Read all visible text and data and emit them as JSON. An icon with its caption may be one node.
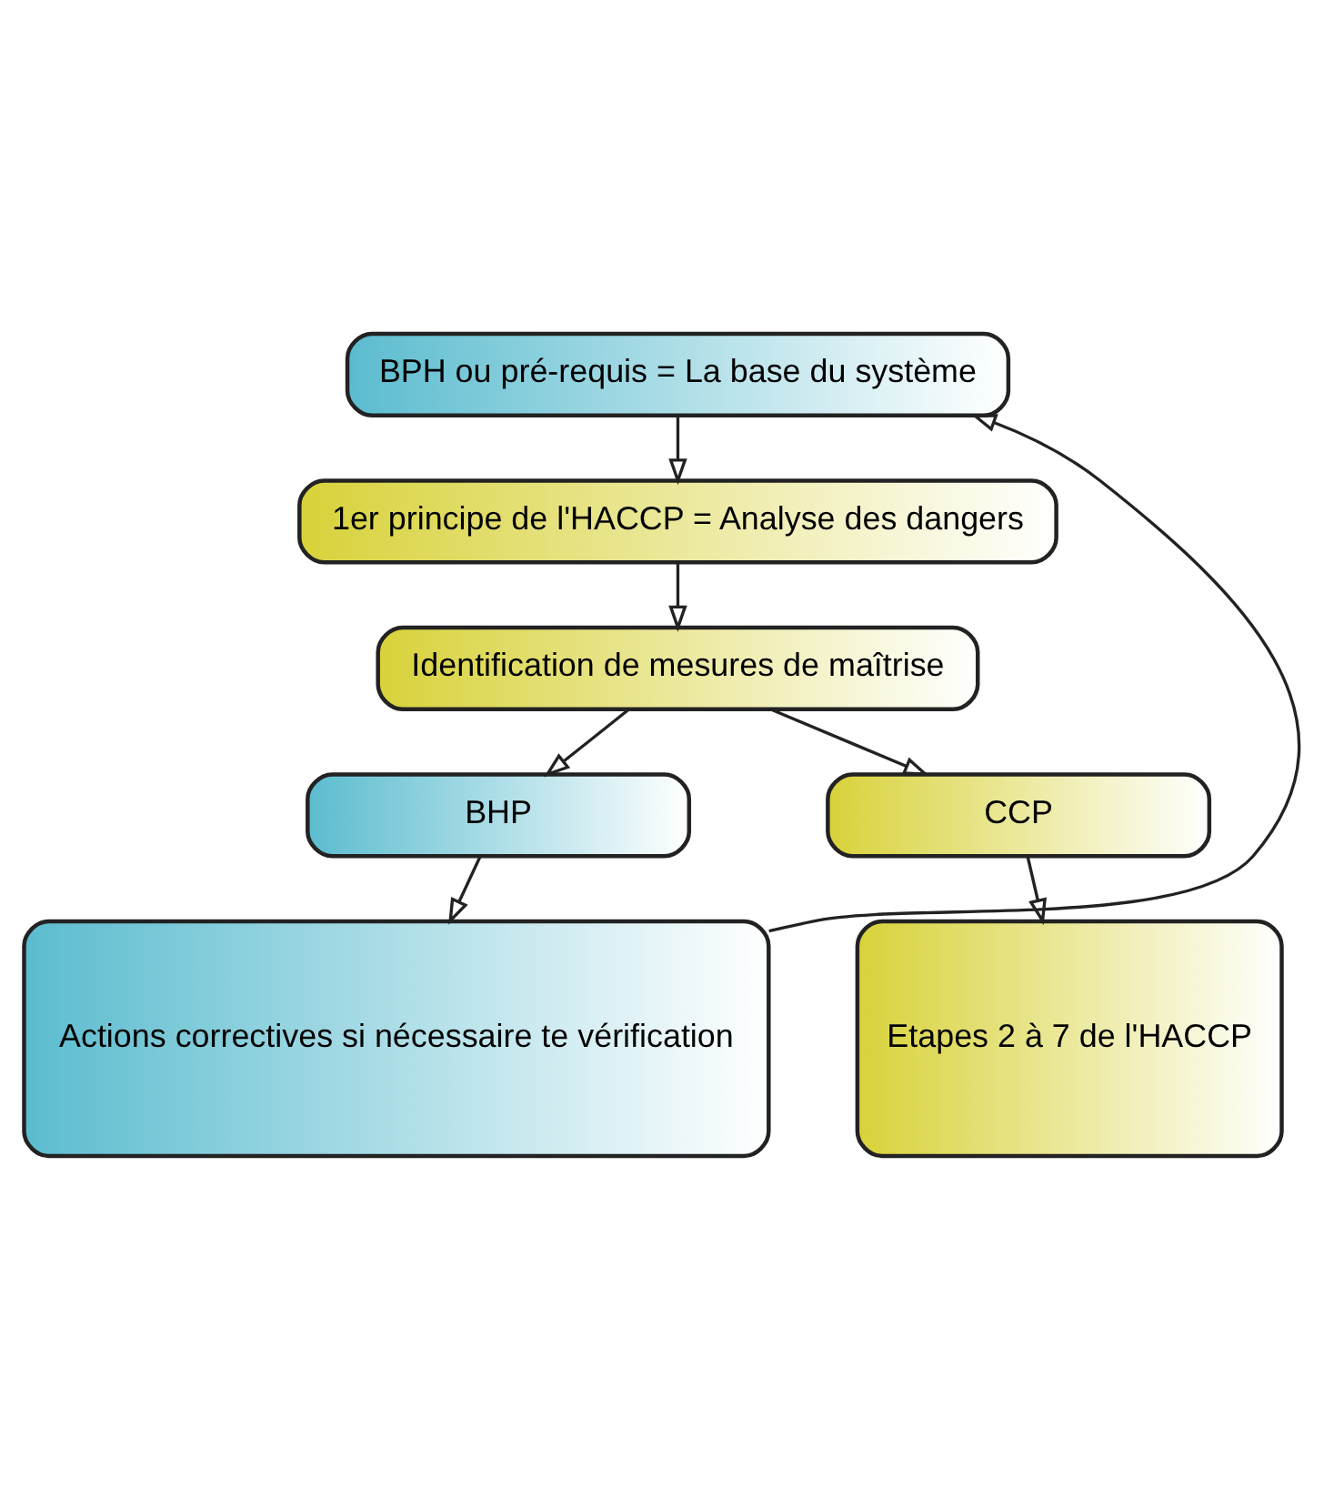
{
  "diagram": {
    "nodes": [
      {
        "text": [
          "BPH ou pré-requis = La base du système"
        ]
      },
      {
        "text": [
          "1er principe de l'HACCP = Analyse des dangers"
        ]
      },
      {
        "text": [
          "Identification de mesures de maîtrise"
        ]
      },
      {
        "text": [
          "BHP"
        ]
      },
      {
        "text": [
          "CCP"
        ]
      },
      {
        "text": [
          "Actions correctives si nécessaire te vérification"
        ]
      },
      {
        "text": [
          "Etapes 2 à 7 de l'HACCP"
        ]
      }
    ],
    "edges": [
      {
        "from": 0,
        "to": 1,
        "arrow": "to"
      },
      {
        "from": 1,
        "to": 2,
        "arrow": "to"
      },
      {
        "from": 2,
        "to": 3,
        "arrow": "to"
      },
      {
        "from": 2,
        "to": 4,
        "arrow": "to"
      },
      {
        "from": 3,
        "to": 5,
        "arrow": "to"
      },
      {
        "from": 4,
        "to": 6,
        "arrow": "to"
      },
      {
        "from": 5,
        "to": 0,
        "arrow": "to"
      }
    ]
  }
}
